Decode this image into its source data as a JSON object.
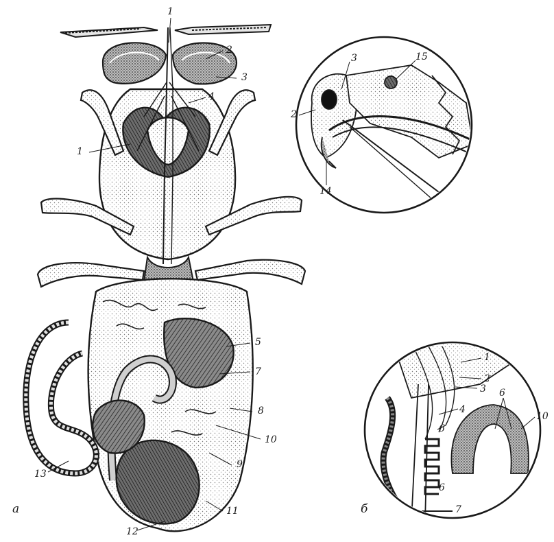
{
  "panels": [
    {
      "id": "a",
      "panel_letter": "a",
      "labels": [
        "1",
        "2",
        "3",
        "4",
        "1",
        "5",
        "7",
        "8",
        "10",
        "9",
        "11",
        "12",
        "13"
      ]
    },
    {
      "id": "inset-top",
      "labels": [
        "2",
        "3",
        "15",
        "14"
      ]
    },
    {
      "id": "b",
      "panel_letter": "б",
      "labels": [
        "1",
        "2",
        "3",
        "4",
        "6",
        "6",
        "10",
        "6",
        "7"
      ]
    }
  ],
  "colors": {
    "ink": "#1a1a1a",
    "stipple": "#d9d9d9",
    "dark": "#2b2b2b",
    "paper": "#ffffff"
  }
}
